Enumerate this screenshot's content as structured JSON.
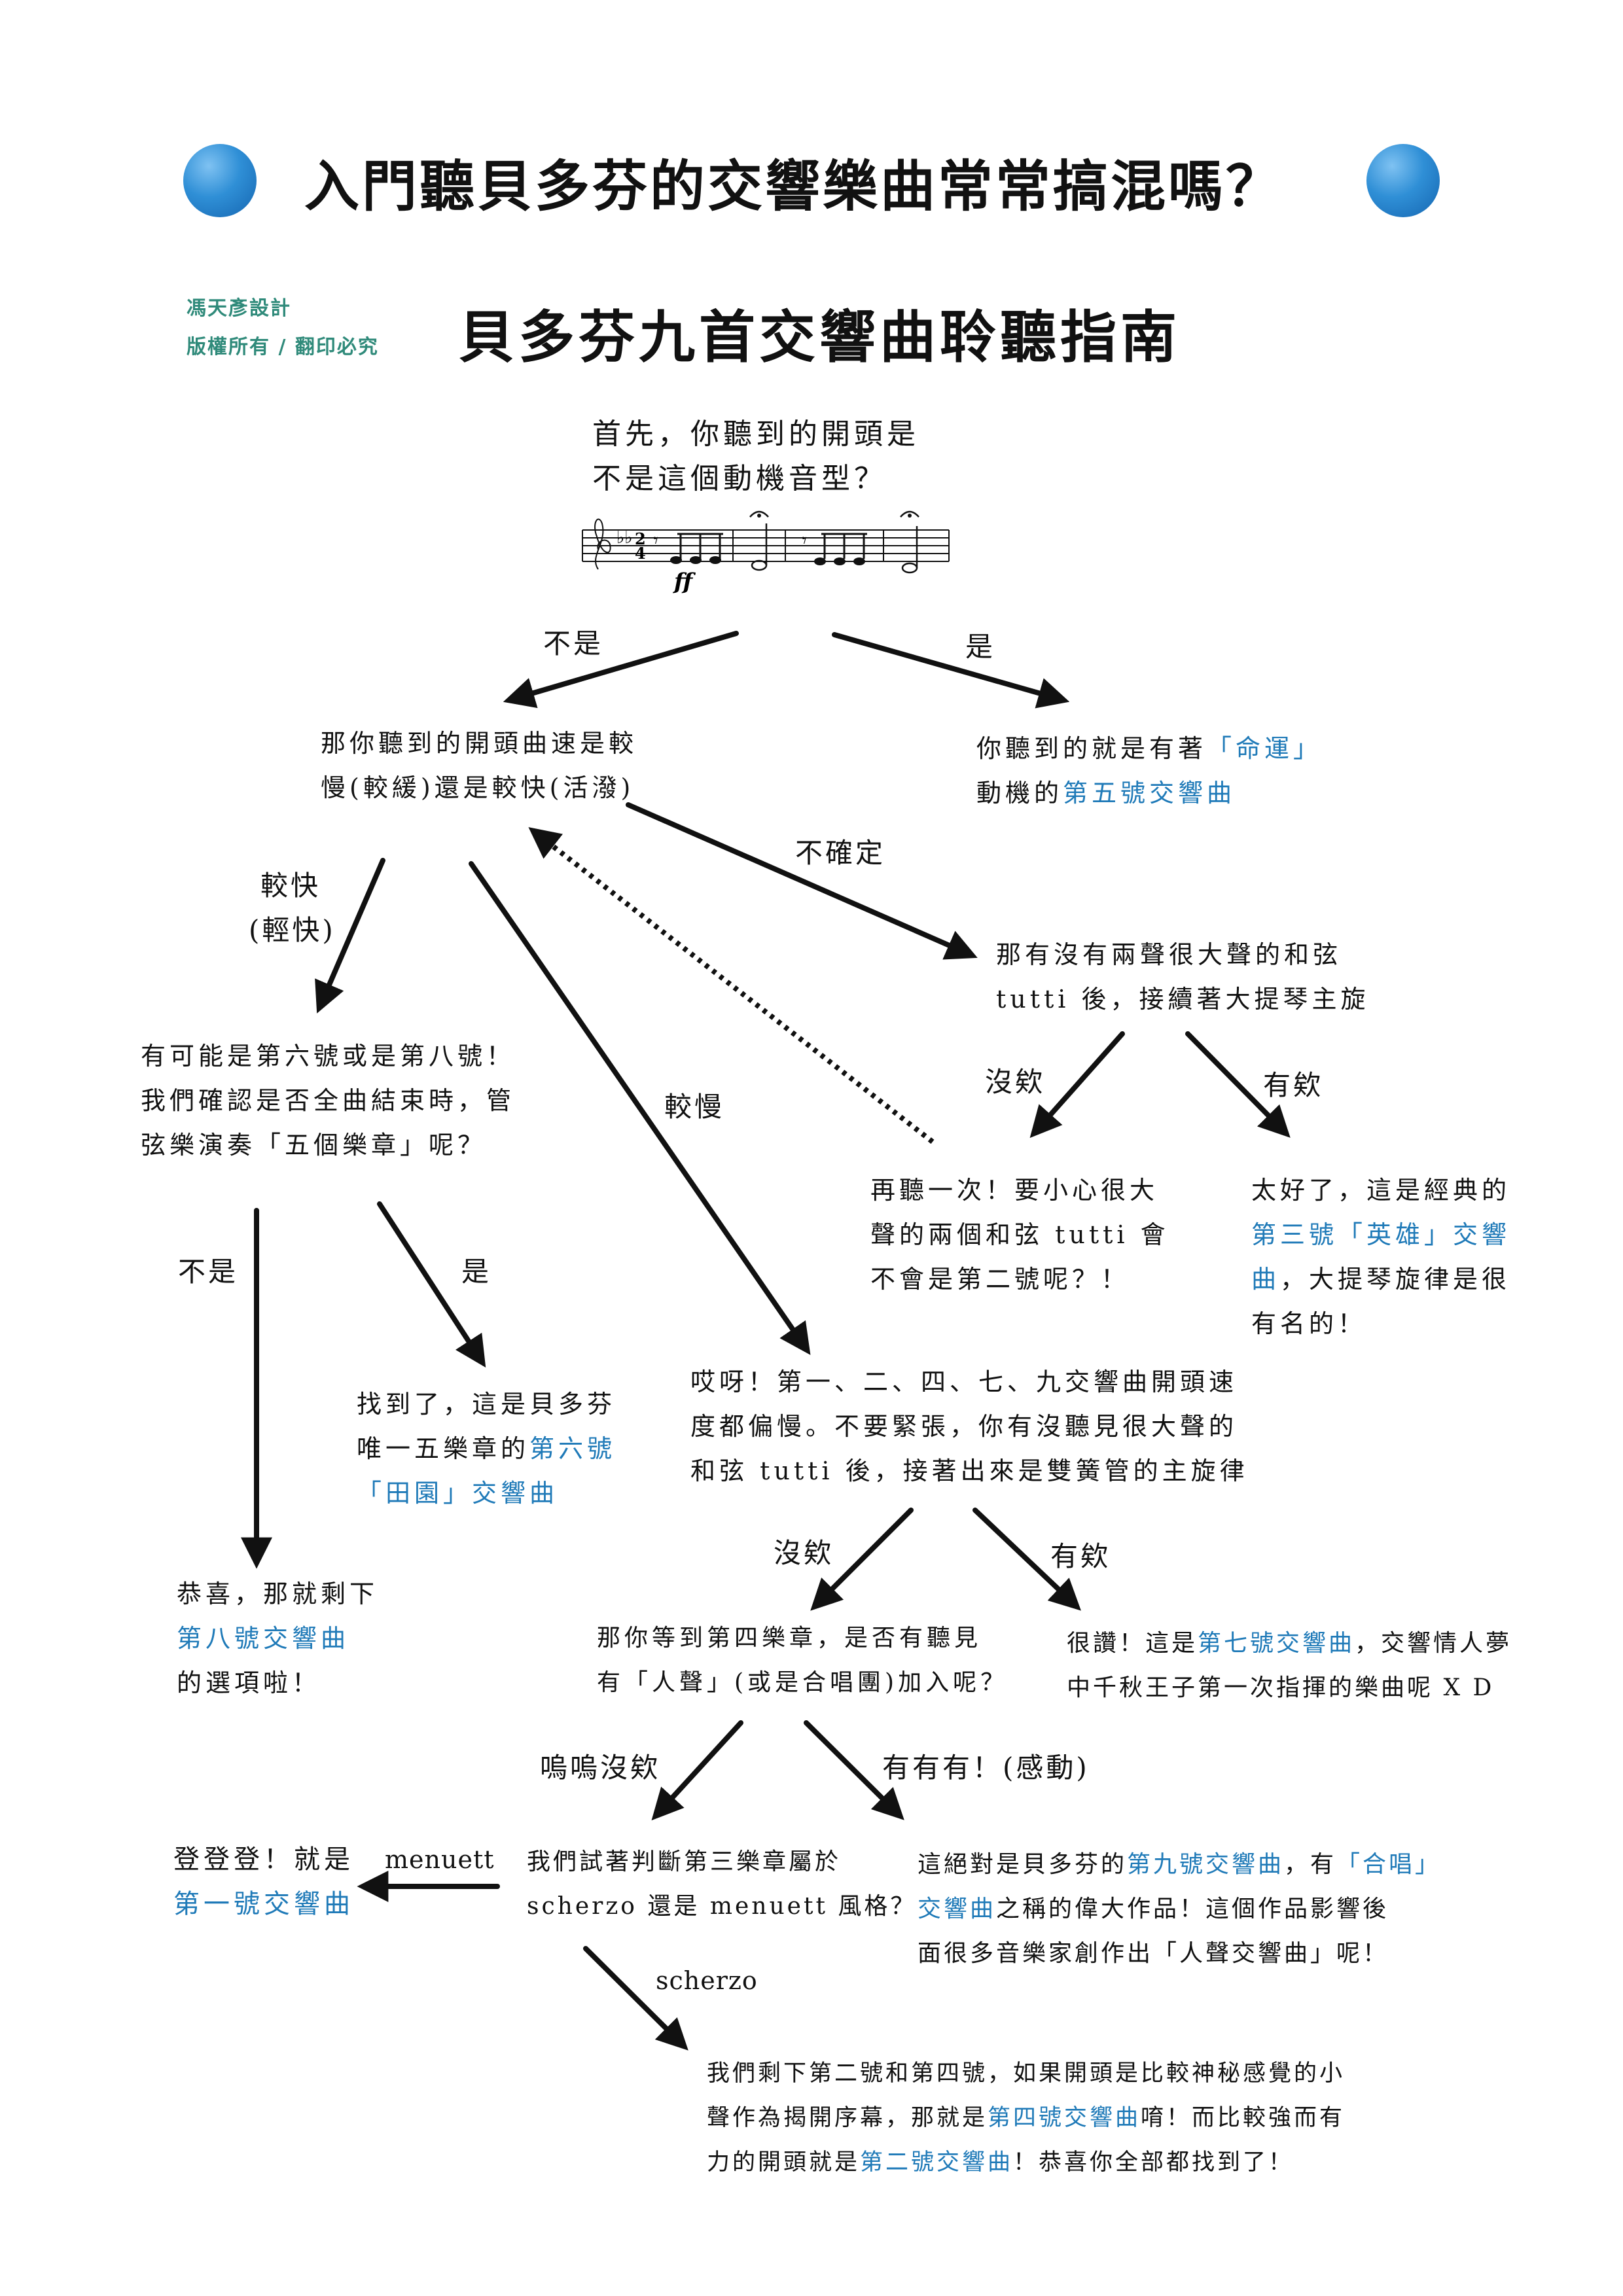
{
  "header": {
    "title": "入門聽貝多芬的交響樂曲常常搞混嗎？",
    "credit_line1": "馮天彥設計",
    "credit_line2": "版權所有 / 翻印必究",
    "subtitle": "貝多芬九首交響曲聆聽指南"
  },
  "colors": {
    "accent_blue": "#1f7ab8",
    "credit_green": "#2f8a7a",
    "circle_blue": "#2f8fd6"
  },
  "icons": [
    "circle-bullet-icon",
    "music-score-icon"
  ],
  "start": {
    "line1": "首先，你聽到的開頭是",
    "line2": "不是這個動機音型？",
    "dynamic": "ff"
  },
  "labels": {
    "no1": "不是",
    "yes1": "是",
    "unsure": "不確定",
    "faster_1": "較快",
    "faster_2": "(輕快)",
    "slower": "較慢",
    "none1": "沒欸",
    "has1": "有欸",
    "no2": "不是",
    "yes2": "是",
    "none2": "沒欸",
    "has2": "有欸",
    "none3": "嗚嗚沒欸",
    "has3": "有有有！(感動)",
    "menuett": "menuett",
    "scherzo": "scherzo"
  },
  "nodes": {
    "fifth": {
      "pre1": "你聽到的就是有著",
      "h1": "「命運」",
      "pre2": "動機的",
      "h2": "第五號交響曲"
    },
    "tempo": {
      "line1": "那你聽到的開頭曲速是較",
      "line2": "慢(較緩)還是較快(活潑)"
    },
    "tutti": {
      "line1": "那有沒有兩聲很大聲的和弦",
      "line2": "tutti 後，接續著大提琴主旋"
    },
    "again": {
      "line1": "再聽一次！要小心很大",
      "line2": "聲的兩個和弦 tutti 會",
      "line3": "不會是第二號呢？！"
    },
    "third": {
      "pre1": "太好了，這是經典的",
      "h1": "第三號「英雄」交響",
      "h2": "曲",
      "post2": "，大提琴旋律是很",
      "line4": "有名的！"
    },
    "six_eight": {
      "line1": "有可能是第六號或是第八號！",
      "line2": "我們確認是否全曲結束時，管",
      "line3": "弦樂演奏「五個樂章」呢？"
    },
    "sixth": {
      "line1": "找到了，這是貝多芬",
      "pre2": "唯一五樂章的",
      "h1": "第六號",
      "h2": "「田園」交響曲"
    },
    "eighth": {
      "line1": "恭喜，那就剩下",
      "h1": "第八號交響曲",
      "line3": "的選項啦！"
    },
    "slow": {
      "line1": "哎呀！第一、二、四、七、九交響曲開頭速",
      "line2": "度都偏慢。不要緊張，你有沒聽見很大聲的",
      "line3": "和弦 tutti 後，接著出來是雙簧管的主旋律"
    },
    "fourth_mv": {
      "line1": "那你等到第四樂章，是否有聽見",
      "line2": "有「人聲」(或是合唱團)加入呢？"
    },
    "seventh": {
      "pre1": "很讚！這是",
      "h1": "第七號交響曲",
      "post1": "，交響情人夢",
      "line2": "中千秋王子第一次指揮的樂曲呢 X D"
    },
    "third_mv": {
      "line1": "我們試著判斷第三樂章屬於",
      "line2": "scherzo 還是 menuett 風格？"
    },
    "ninth": {
      "pre1": "這絕對是貝多芬的",
      "h1": "第九號交響曲",
      "mid1": "，有",
      "h2": "「合唱」",
      "h3": "交響曲",
      "post2": "之稱的偉大作品！這個作品影響後",
      "line3": "面很多音樂家創作出「人聲交響曲」呢！"
    },
    "first": {
      "line1": "登登登！就是",
      "h1": "第一號交響曲"
    },
    "second_fourth": {
      "line1": "我們剩下第二號和第四號，如果開頭是比較神秘感覺的小",
      "pre2": "聲作為揭開序幕，那就是",
      "h1": "第四號交響曲",
      "post2": "唷！而比較強而有",
      "pre3": "力的開頭就是",
      "h2": "第二號交響曲",
      "post3": "！恭喜你全部都找到了！"
    }
  }
}
